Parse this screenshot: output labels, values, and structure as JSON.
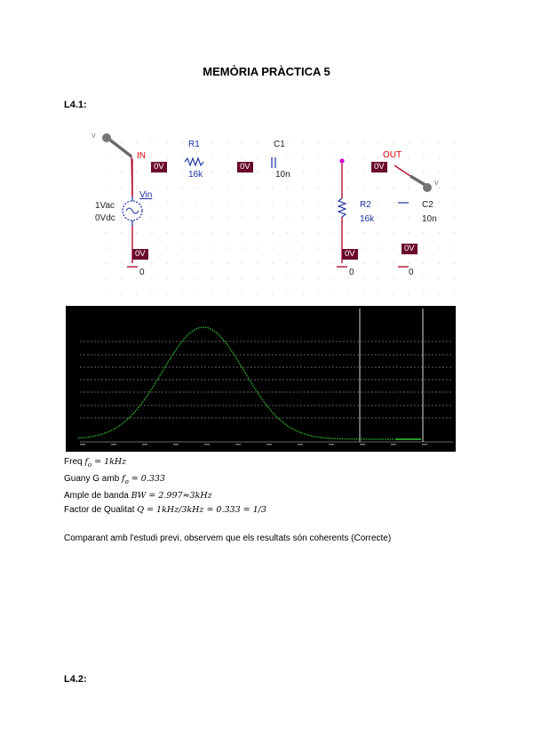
{
  "document": {
    "title": "MEMÒRIA PRÀCTICA 5",
    "section1": "L4.1:",
    "section2": "L4.2:",
    "results": {
      "freq": {
        "label": "Freq ",
        "var": "f",
        "sub": "o",
        "value": " = 1kHz"
      },
      "gain": {
        "label": "Guany G amb ",
        "var": "f",
        "sub": "o",
        "value": " = 0.333"
      },
      "bandwidth": {
        "label": "Ample de banda ",
        "expr": "BW = 2.997≈3kHz"
      },
      "quality": {
        "label": "Factor de Qualitat ",
        "expr": "Q = 1kHz/3kHz = 0.333 = 1/3"
      }
    },
    "comparison": "Comparant amb l'estudi previ, observem que els resultats són coherents (Correcte)"
  },
  "schematic": {
    "labels": {
      "in": "IN",
      "out": "OUT",
      "vin": "Vin",
      "source_ac": "1Vac",
      "source_dc": "0Vdc",
      "r1_name": "R1",
      "r1_value": "16k",
      "c1_name": "C1",
      "c1_value": "10n",
      "r2_name": "R2",
      "r2_value": "16k",
      "c2_name": "C2",
      "c2_value": "10n",
      "probe_v_in": "V",
      "probe_v_out": "V",
      "ground": "0"
    },
    "voltage_marker": "0V",
    "colors": {
      "wire": "#b01030",
      "component": "#1a2ea0",
      "marker": "#6a0a2b",
      "grid_dot": "#9a9a9a"
    }
  },
  "chart_data": {
    "type": "line",
    "background": "#000000",
    "series_color": "#33cc33",
    "grid": true,
    "x_scale": "log",
    "curve": "band-pass gain response, single peak",
    "cursor_lines": 2
  }
}
